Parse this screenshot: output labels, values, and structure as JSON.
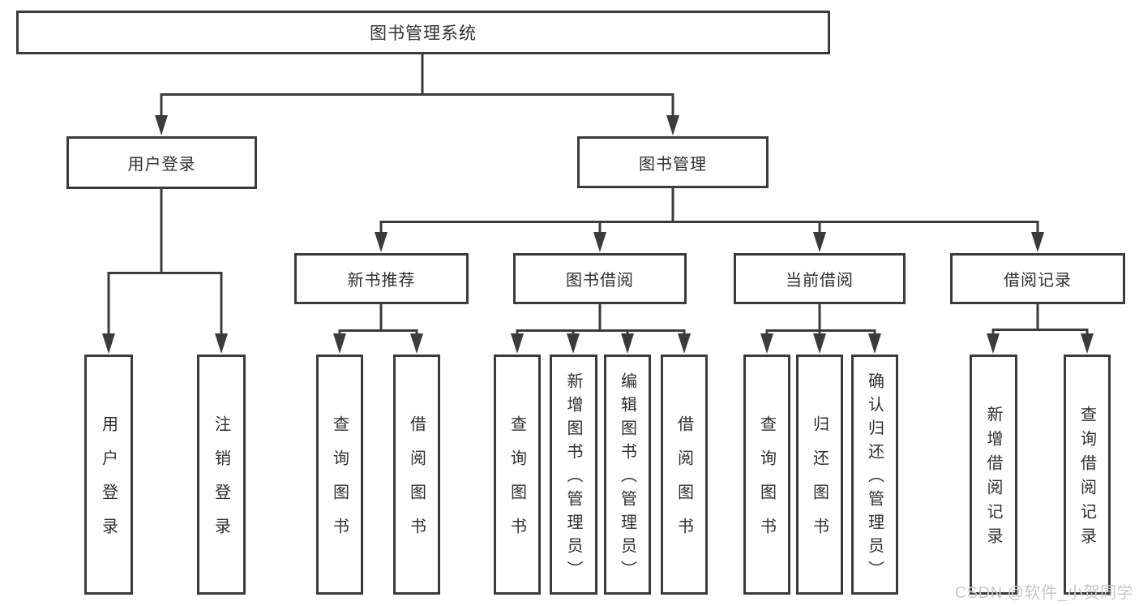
{
  "diagram": {
    "root": {
      "label": "图书管理系统"
    },
    "branches": [
      {
        "label": "用户登录",
        "children": [
          {
            "label": "用户登录"
          },
          {
            "label": "注销登录"
          }
        ]
      },
      {
        "label": "图书管理",
        "children": [
          {
            "label": "新书推荐",
            "children": [
              {
                "label": "查询图书"
              },
              {
                "label": "借阅图书"
              }
            ]
          },
          {
            "label": "图书借阅",
            "children": [
              {
                "label": "查询图书"
              },
              {
                "label": "新增图书（管理员）"
              },
              {
                "label": "编辑图书（管理员）"
              },
              {
                "label": "借阅图书"
              }
            ]
          },
          {
            "label": "当前借阅",
            "children": [
              {
                "label": "查询图书"
              },
              {
                "label": "归还图书"
              },
              {
                "label": "确认归还（管理员）"
              }
            ]
          },
          {
            "label": "借阅记录",
            "children": [
              {
                "label": "新增借阅记录"
              },
              {
                "label": "查询借阅记录"
              }
            ]
          }
        ]
      }
    ]
  },
  "watermark": {
    "text": "CSDN @软件_小贺同学"
  },
  "colors": {
    "line": "#3b3b3b",
    "text": "#2f2f2f",
    "box_background": "#ffffff",
    "watermark_color": "#c7c7c7"
  }
}
